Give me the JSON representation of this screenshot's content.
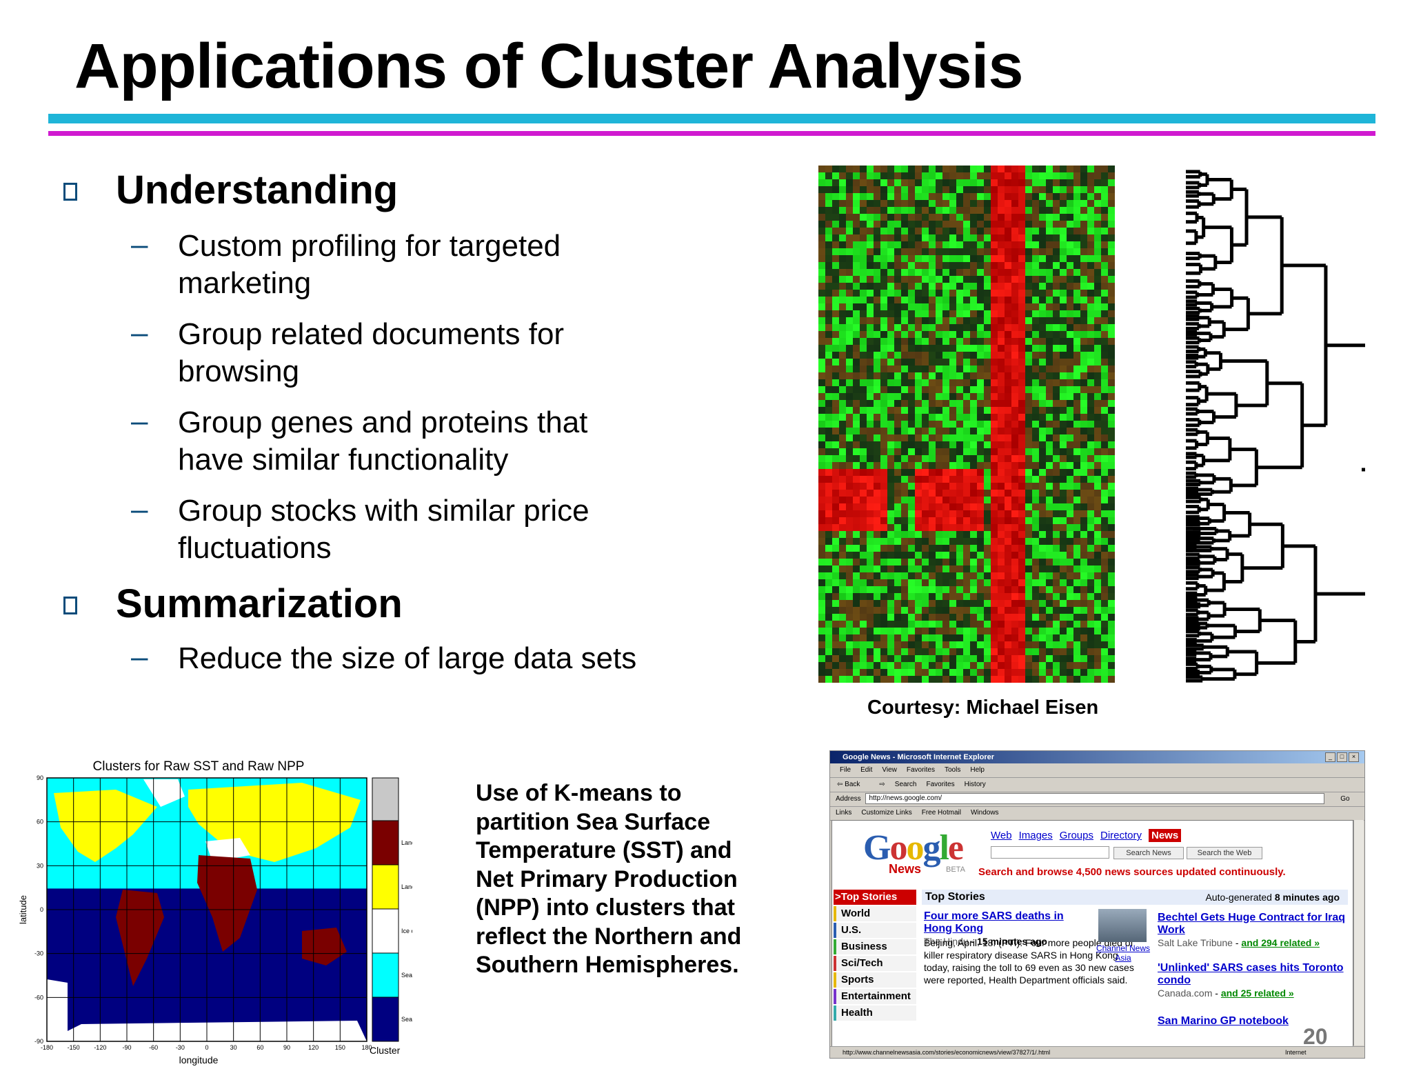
{
  "slide": {
    "title": "Applications of Cluster Analysis",
    "number": "20"
  },
  "sections": [
    {
      "heading": "Understanding",
      "items": [
        "Custom profiling for targeted marketing",
        "Group related documents for browsing",
        "Group genes and proteins that have similar functionality",
        "Group stocks with similar price fluctuations"
      ]
    },
    {
      "heading": "Summarization",
      "items": [
        "Reduce the size of large data sets"
      ]
    }
  ],
  "courtesy": "Courtesy: Michael Eisen",
  "kmeans_caption": "Use of K-means to partition Sea Surface Temperature (SST) and Net Primary Production (NPP) into clusters that reflect the Northern and Southern Hemispheres.",
  "sst_map": {
    "title": "Clusters for Raw SST and Raw NPP",
    "xlabel": "longitude",
    "ylabel": "latitude",
    "x_ticks": [
      "-180",
      "-150",
      "-120",
      "-90",
      "-60",
      "-30",
      "0",
      "30",
      "60",
      "90",
      "120",
      "150",
      "180"
    ],
    "y_ticks": [
      "90",
      "60",
      "30",
      "0",
      "-30",
      "-60",
      "-90"
    ],
    "colorbar_label": "Cluster",
    "legend": [
      {
        "label": "Land Clus",
        "color": "#7a0000"
      },
      {
        "label": "Land Clus",
        "color": "#ffff00"
      },
      {
        "label": "Ice or No",
        "color": "#ffffff"
      },
      {
        "label": "Sea Clust",
        "color": "#00ffff"
      },
      {
        "label": "Sea Clust",
        "color": "#000080"
      }
    ]
  },
  "browser": {
    "window_title": "Google News - Microsoft Internet Explorer",
    "menu": [
      "File",
      "Edit",
      "View",
      "Favorites",
      "Tools",
      "Help"
    ],
    "toolbar": [
      "Back",
      "Search",
      "Favorites",
      "History"
    ],
    "address_label": "Address",
    "address": "http://news.google.com/",
    "go": "Go",
    "links_label": "Links",
    "links": [
      "Customize Links",
      "Free Hotmail",
      "Windows"
    ],
    "status_url": "http://www.channelnewsasia.com/stories/economicnews/view/37827/1/.html",
    "status_zone": "Internet",
    "google": {
      "logo": "Google",
      "news": "News",
      "beta": "BETA",
      "tabs": [
        "Web",
        "Images",
        "Groups",
        "Directory"
      ],
      "active_tab": "News",
      "search_news_btn": "Search News",
      "search_web_btn": "Search the Web",
      "tagline": "Search and browse 4,500 news sources updated continuously.",
      "sidebar": [
        "Top Stories",
        "World",
        "U.S.",
        "Business",
        "Sci/Tech",
        "Sports",
        "Entertainment",
        "Health"
      ],
      "top_stories_label": "Top Stories",
      "auto_generated_prefix": "Auto-generated ",
      "auto_generated_time": "8 minutes ago",
      "story1": {
        "headline": "Four more SARS deaths in Hong Kong",
        "source": "The Hindu",
        "time": "15 minutes ago",
        "snippet": "Beijing, April. 18. (PTI): Four more people died of killer respiratory disease SARS in Hong Kong today, raising the toll to 69 even as 30 new cases were reported, Health Department officials said.",
        "image_caption": "Channel News Asia"
      },
      "story2": {
        "headline": "Bechtel Gets Huge Contract for Iraq Work",
        "source": "Salt Lake Tribune",
        "related": "and 294 related »"
      },
      "story3": {
        "headline": "'Unlinked' SARS cases hits Toronto condo",
        "source": "Canada.com",
        "related": "and 25 related »"
      },
      "story4": {
        "headline": "San Marino GP notebook"
      }
    }
  }
}
